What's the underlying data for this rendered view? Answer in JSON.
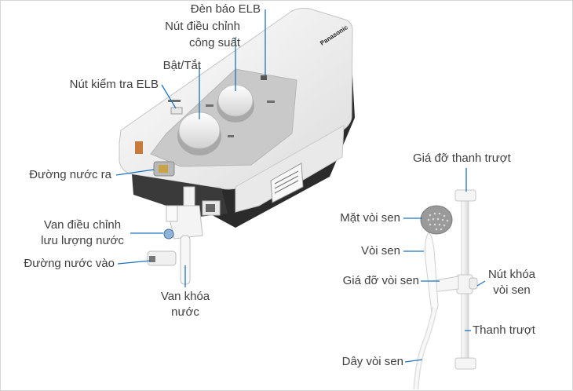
{
  "device": {
    "brand": "Panasonic"
  },
  "labels": {
    "elb_lamp": "Đèn báo ELB",
    "power_knob_line1": "Nút điều chỉnh",
    "power_knob_line2": "công suất",
    "on_off": "Bật/Tắt",
    "elb_test": "Nút kiểm tra ELB",
    "water_out": "Đường nước ra",
    "flow_valve_line1": "Van điều chỉnh",
    "flow_valve_line2": "lưu lượng nước",
    "water_in": "Đường nước vào",
    "shutoff_line1": "Van khóa",
    "shutoff_line2": "nước",
    "rail_holder": "Giá đỡ thanh trượt",
    "shower_face": "Mặt vòi sen",
    "shower_head": "Vòi sen",
    "shower_holder": "Giá đỡ vòi sen",
    "lock_line1": "Nút khóa",
    "lock_line2": "vòi sen",
    "slide_bar": "Thanh trượt",
    "hose": "Dây vòi sen"
  },
  "colors": {
    "leader": "#1e73be",
    "text": "#3f3f3f",
    "body": "#f4f4f4",
    "panel": "#c9c9c9",
    "back": "#2b2b2b"
  }
}
